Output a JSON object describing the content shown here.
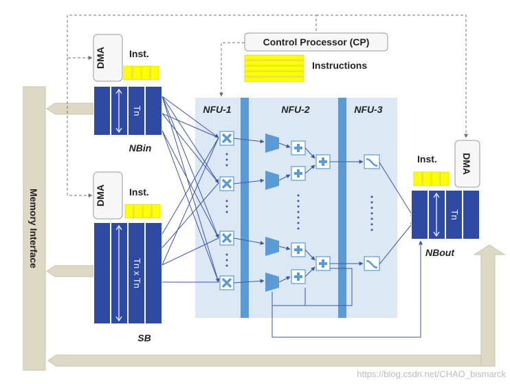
{
  "labels": {
    "memory_interface": "Memory Interface",
    "control_processor": "Control Processor (CP)",
    "instructions": "Instructions",
    "dma": "DMA",
    "inst": "Inst.",
    "nbin": "NBin",
    "sb": "SB",
    "nbout": "NBout",
    "nfu1": "NFU-1",
    "nfu2": "NFU-2",
    "nfu3": "NFU-3",
    "tn": "Tn",
    "tn_x_tn": "Tn x Tn",
    "watermark": "https://blog.csdn.net/CHAO_bismarck"
  },
  "colors": {
    "buffer_blue": "#2e4aa2",
    "nfu_panel": "#dce8f4",
    "nfu_divider": "#5b9bd5",
    "unit_blue": "#5b9bd5",
    "wire_blue": "#3b55a8",
    "memory_beige": "#ddd9c4",
    "inst_yellow": "#ffff00",
    "dashed_gray": "#707070"
  }
}
